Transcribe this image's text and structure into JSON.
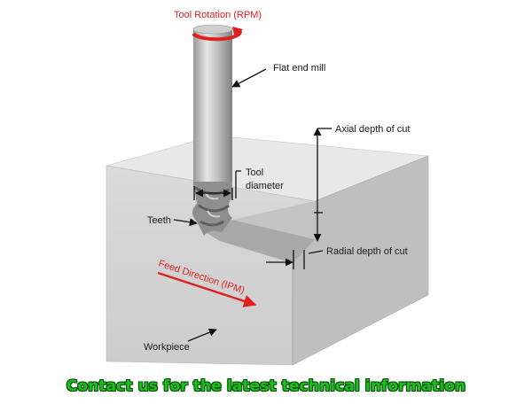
{
  "labels": {
    "tool_rotation": "Tool Rotation (RPM)",
    "flat_end_mill": "Flat end mill",
    "axial_depth": "Axial depth of cut",
    "tool": "Tool",
    "diameter": "diameter",
    "teeth": "Teeth",
    "radial_depth": "Radial depth of cut",
    "feed_direction": "Feed Direction (IPM)",
    "workpiece": "Workpiece"
  },
  "footer": {
    "text": "Contact us for the latest technical information"
  },
  "colors": {
    "accent_red": "#e0201e",
    "footer_green": "#19c21a",
    "block_front": "#d3d3d3",
    "block_top": "#e9e9e9",
    "block_side": "#bdbdbd"
  }
}
